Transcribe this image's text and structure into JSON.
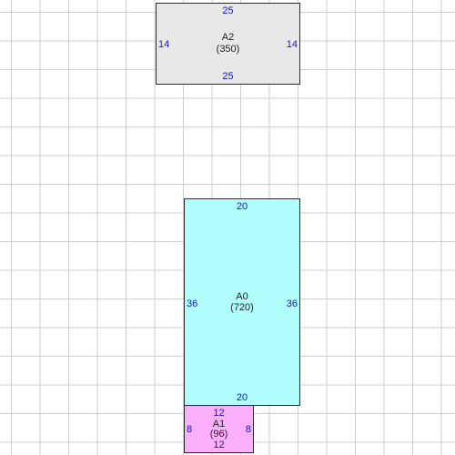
{
  "colors": {
    "background": "#ffffff",
    "grid_line": "#cfcfcf",
    "dimension_text": "#1414d2",
    "room_border": "#2b2b2b"
  },
  "rooms": [
    {
      "name": "A2",
      "area": "(350)",
      "fill": "#e8e8e8",
      "dims": {
        "top": "25",
        "bottom": "25",
        "left": "14",
        "right": "14"
      }
    },
    {
      "name": "A0",
      "area": "(720)",
      "fill": "#b0fefe",
      "dims": {
        "top": "20",
        "bottom": "20",
        "left": "36",
        "right": "36"
      }
    },
    {
      "name": "A1",
      "area": "(96)",
      "fill": "#fcb0fc",
      "dims": {
        "top": "12",
        "bottom": "12",
        "left": "8",
        "right": "8"
      }
    }
  ]
}
